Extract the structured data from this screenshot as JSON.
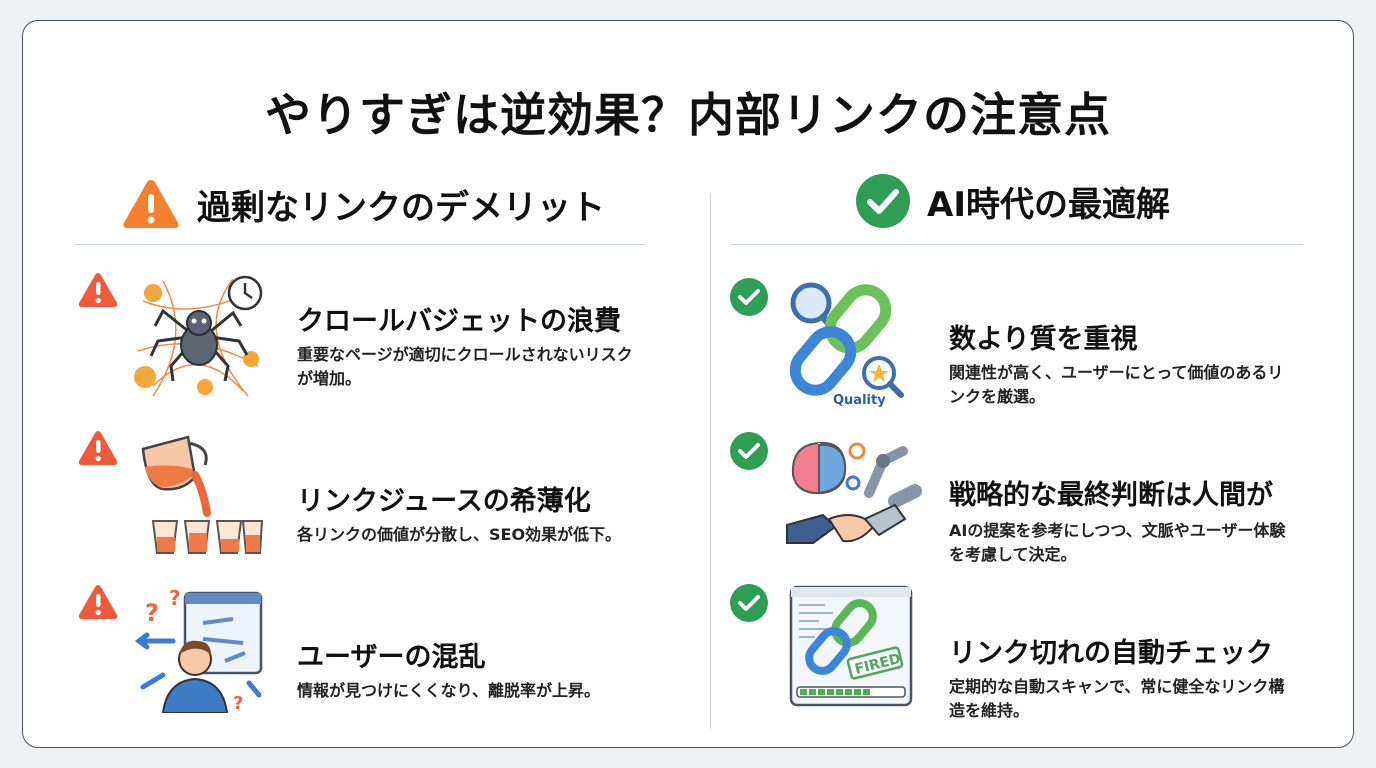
{
  "title": "やりすぎは逆効果？内部リンクの注意点",
  "left": {
    "header": "過剰なリンクのデメリット",
    "items": [
      {
        "title": "クロールバジェットの浪費",
        "desc": "重要なページが適切にクロールされないリスクが増加。"
      },
      {
        "title": "リンクジュースの希薄化",
        "desc": "各リンクの価値が分散し、SEO効果が低下。"
      },
      {
        "title": "ユーザーの混乱",
        "desc": "情報が見つけにくくなり、離脱率が上昇。"
      }
    ]
  },
  "right": {
    "header": "AI時代の最適解",
    "items": [
      {
        "title": "数より質を重視",
        "desc": "関連性が高く、ユーザーにとって価値のあるリンクを厳選。",
        "image_text": "Quality"
      },
      {
        "title": "戦略的な最終判断は人間が",
        "desc": "AIの提案を参考にしつつ、文脈やユーザー体験を考慮して決定。"
      },
      {
        "title": "リンク切れの自動チェック",
        "desc": "定期的な自動スキャンで、常に健全なリンク構造を維持。",
        "image_text": "FIRED"
      }
    ]
  },
  "colors": {
    "warning": "#f05a3a",
    "warning_header": "#f4802d",
    "success": "#2e9e57",
    "divider": "#d4d9df"
  },
  "icons": {
    "left_header": "warning-triangle-icon",
    "right_header": "check-circle-icon"
  }
}
